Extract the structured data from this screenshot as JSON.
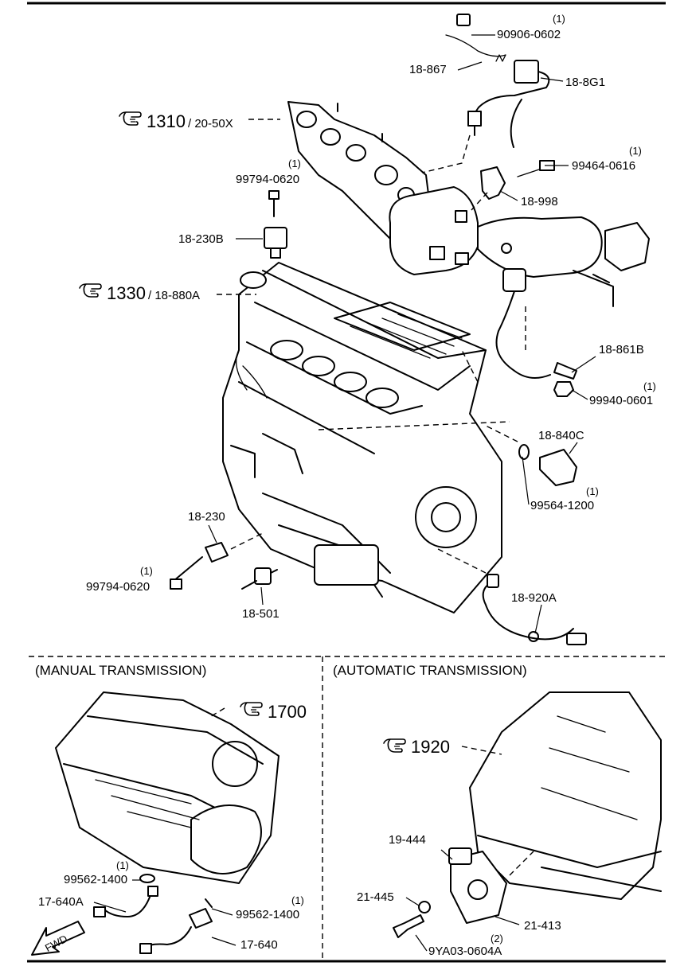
{
  "sections": {
    "manual_title": "(MANUAL TRANSMISSION)",
    "automatic_title": "(AUTOMATIC TRANSMISSION)",
    "fwd": "FWD"
  },
  "refs": {
    "r1310": "1310",
    "r1310_part": "/ 20-50X",
    "r1330": "1330",
    "r1330_part": "/ 18-880A",
    "r1700": "1700",
    "r1920": "1920"
  },
  "callouts": {
    "p90906_qty": "(1)",
    "p90906": "90906-0602",
    "p18_867": "18-867",
    "p18_8G1": "18-8G1",
    "p99464_qty": "(1)",
    "p99464": "99464-0616",
    "p18_998": "18-998",
    "p99794_top_qty": "(1)",
    "p99794_top": "99794-0620",
    "p18_230B": "18-230B",
    "p18_861B": "18-861B",
    "p99940_qty": "(1)",
    "p99940": "99940-0601",
    "p18_840C": "18-840C",
    "p99564_qty": "(1)",
    "p99564": "99564-1200",
    "p18_230": "18-230",
    "p99794_low_qty": "(1)",
    "p99794_low": "99794-0620",
    "p18_501": "18-501",
    "p18_920A": "18-920A",
    "p99562_a_qty": "(1)",
    "p99562_a": "99562-1400",
    "p17_640A": "17-640A",
    "p99562_b_qty": "(1)",
    "p99562_b": "99562-1400",
    "p17_640": "17-640",
    "p19_444": "19-444",
    "p21_445": "21-445",
    "p21_413": "21-413",
    "p9YA03_qty": "(2)",
    "p9YA03": "9YA03-0604A"
  },
  "icons": [
    "pointing-hand-icon",
    "fwd-arrow-icon"
  ]
}
